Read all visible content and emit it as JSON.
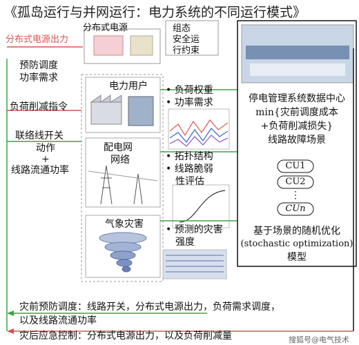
{
  "title": "《孤岛运行与并网运行：电力系统的不同运行模式》",
  "top": {
    "der_label": "分布式电源",
    "der_output": "分布式电源出力",
    "top_right_1": "组态",
    "top_right_2": "安全运",
    "top_right_3": "行约束"
  },
  "left": {
    "dispatch_demand_1": "预防调度",
    "dispatch_demand_2": "功率需求",
    "load_shed": "负荷削减指令",
    "tie_1": "联络线开关",
    "tie_2": "动作",
    "plus": "+",
    "line_flow": "线路流通功率"
  },
  "middle": {
    "user": "电力用户",
    "grid_1": "配电网",
    "grid_2": "网络",
    "weather": "气象灾害"
  },
  "bullets": {
    "b1": "负荷权重",
    "b2": "功率需求",
    "b3": "拓扑结构",
    "b4": "线路脆弱",
    "b4b": "性评估",
    "b5": "预测的灾害",
    "b5b": "强度"
  },
  "right": {
    "head_1": "停电管理系统数据中心",
    "head_2": "min{灾前调度成本",
    "head_3": "+负荷削减损失}",
    "head_4": "线路故障场景",
    "cu1": "CU1",
    "cu2": "CU2",
    "dots": "⋮",
    "cun": "CUn",
    "opt_1": "基于场景的随机优化",
    "opt_2": "(stochastic optimization)",
    "opt_3": "模型"
  },
  "bottom": {
    "l1": "灾前预防调度：线路开关，分布式电源出力，负荷需求调度，",
    "l2": "以及线路流通功率",
    "l3": "灾后应急控制：分布式电源出力，以及负荷削减量"
  },
  "watermark": "搜狐号@电气技术",
  "colors": {
    "green": "#3aa34a",
    "red": "#d9534f",
    "blue": "#3c70c8",
    "gray": "#888888"
  }
}
